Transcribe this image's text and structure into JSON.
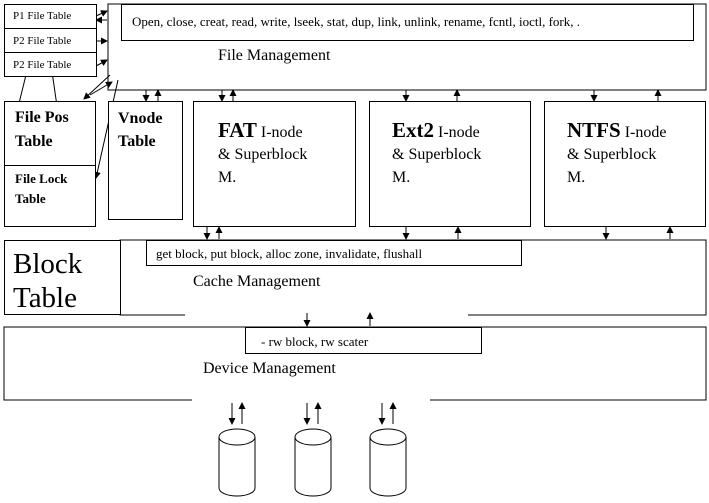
{
  "process_tables": {
    "p1": "P1 File Table",
    "p2a": "P2 File Table",
    "p2b": "P2 File Table"
  },
  "file_management": {
    "syscalls": "Open, close, creat, read, write, lseek, stat, dup, link, unlink, rename, fcntl, ioctl, fork, .",
    "title": "File Management"
  },
  "file_pos_table": {
    "line1": "File Pos",
    "line2": "Table"
  },
  "file_lock_table": {
    "line1": "File Lock",
    "line2": "Table"
  },
  "vnode_table": {
    "line1": "Vnode",
    "line2": "Table"
  },
  "filesystems": [
    {
      "name": "FAT",
      "suffix": " I-node",
      "line2": "& Superblock",
      "line3": "M."
    },
    {
      "name": "Ext2",
      "suffix": " I-node",
      "line2": "& Superblock",
      "line3": "M."
    },
    {
      "name": "NTFS",
      "suffix": " I-node",
      "line2": "& Superblock",
      "line3": "M."
    }
  ],
  "block_table": {
    "line1": "Block",
    "line2": "Table"
  },
  "cache_management": {
    "ops": "get  block,  put  block,  alloc  zone,  invalidate,  flushall",
    "title": "Cache Management"
  },
  "device_management": {
    "ops": "- rw  block,  rw  scater",
    "title": "Device Management"
  },
  "colors": {
    "line": "#000000",
    "background": "#ffffff"
  }
}
